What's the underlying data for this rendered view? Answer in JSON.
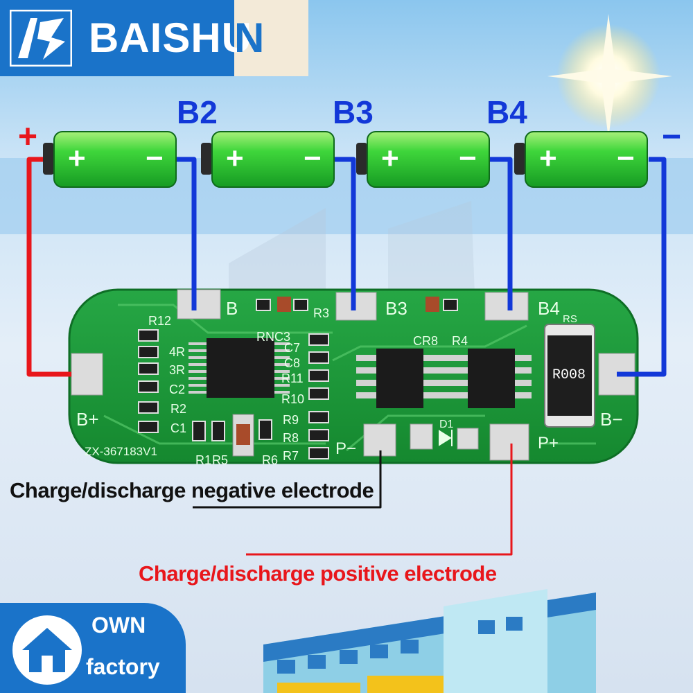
{
  "brand": {
    "name_main": "BAISHU",
    "name_tail": "N",
    "logo_icon": "bs-monogram-icon"
  },
  "cells": {
    "labels": [
      "B2",
      "B3",
      "B4"
    ],
    "plus_sign": "+",
    "minus_sign": "−",
    "cell_plus": "+",
    "cell_minus": "−"
  },
  "board": {
    "pad_labels": [
      "B+",
      "B",
      "B3",
      "B4",
      "B−",
      "P−",
      "P+"
    ],
    "component_labels": [
      "R12",
      "4R",
      "3R",
      "C2",
      "R2",
      "C1",
      "RNC3",
      "C7",
      "C8",
      "R11",
      "R10",
      "R9",
      "R8",
      "R7",
      "R3",
      "CR8",
      "R4",
      "D1",
      "RS",
      "R1",
      "R5",
      "R6"
    ],
    "resistor_marking": "R008",
    "model": "ZX-367183V1"
  },
  "callouts": {
    "negative": "Charge/discharge negative electrode",
    "positive": "Charge/discharge positive electrode"
  },
  "badge": {
    "line1": "OWN",
    "line2": "factory",
    "icon": "house-icon"
  },
  "colors": {
    "brand_blue": "#1a73c9",
    "wire_blue": "#1238d8",
    "wire_red": "#e8161b",
    "pcb_green": "#1e9a3c",
    "battery_green": "#27c43a"
  }
}
